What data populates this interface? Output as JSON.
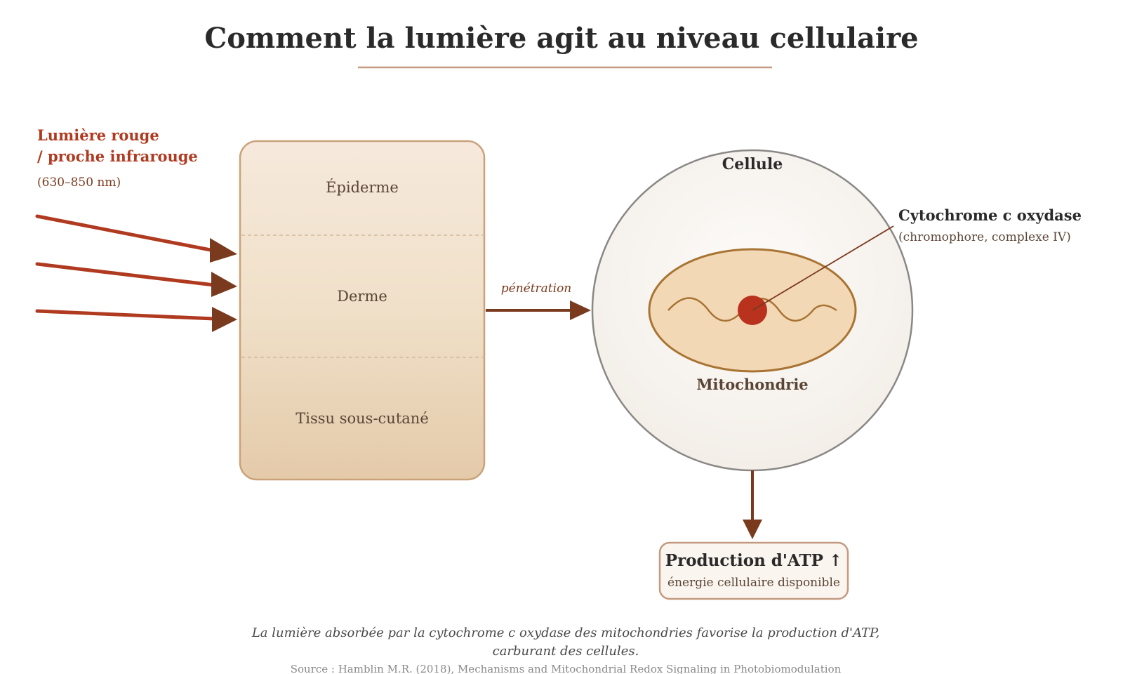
{
  "title": "Comment la lumière agit au niveau cellulaire",
  "light": {
    "label_line1": "Lumière rouge",
    "label_line2": "/ proche infrarouge",
    "wavelength": "(630–850 nm)"
  },
  "skin": {
    "layers": [
      "Épiderme",
      "Derme",
      "Tissu sous-cutané"
    ]
  },
  "penetration_label": "pénétration",
  "cell": {
    "label": "Cellule",
    "mitochondria_label": "Mitochondrie",
    "enzyme_name": "Cytochrome c oxydase",
    "enzyme_detail": "(chromophore, complexe IV)"
  },
  "atp": {
    "title": "Production d'ATP ↑",
    "subtitle": "énergie cellulaire disponible"
  },
  "caption": {
    "line1": "La lumière absorbée par la cytochrome c oxydase des mitochondries favorise la production d'ATP,",
    "line2": "carburant des cellules."
  },
  "source": "Source : Hamblin M.R. (2018), Mechanisms and Mitochondrial Redox Signaling in Photobiomodulation",
  "colors": {
    "red_light": "#b03a20",
    "arrow_brown": "#7a3a1e",
    "skin_border": "#c9a27a",
    "cell_border": "#8a8886",
    "mito_fill": "#f3d8b6",
    "mito_border": "#a87433",
    "chromophore": "#b8321e",
    "text_dark": "#2a2a2a"
  }
}
